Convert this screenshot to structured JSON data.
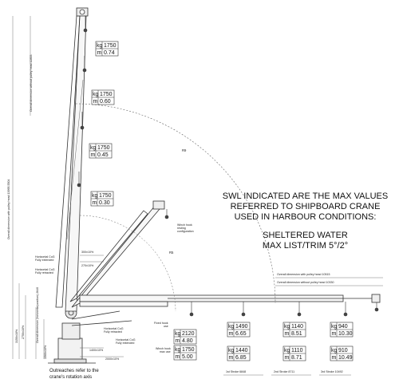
{
  "statement": {
    "line1": "SWL INDICATED ARE THE MAX VALUES",
    "line2": "REFERRED TO SHIPBOARD CRANE",
    "line3": "USED IN HARBOUR CONDITIONS:",
    "line4": "SHELTERED WATER",
    "line5": "MAX LIST/TRIM 5°/2°"
  },
  "footnote": {
    "line1": "Outreaches refer to the",
    "line2": "crane's rotation axis"
  },
  "labels": {
    "overall_without_head": "Overall dimension without pulley head 12853",
    "overall_with_head": "Overall dimension with pulley head 13995.5504",
    "winch_hook_rest": "Winch hook",
    "winch_hook_rest2": "resting",
    "winch_hook_rest3": "configuration",
    "horiz_cog_ext": "Horizontal CoG",
    "horiz_cog_ext2": "Fully extended",
    "horiz_cog_ret": "Horizontal CoG",
    "horiz_cog_ret2": "Fully retracted",
    "horiz_cog_ret_b": "Horizontal CoG",
    "horiz_cog_ret_b2": "Fully retracted",
    "horiz_cog_ext_b": "Horizontal CoG",
    "horiz_cog_ext_b2": "Fully extended",
    "fixed_hook": "Fixed hook",
    "fixed_hook2": "use",
    "winch_max": "Winch hook",
    "winch_max2": "max use",
    "overall_with_pulley_h": "Overall dimension with pulley head 10515",
    "overall_without_pulley_h": "Overall dimension without pulley head 10330",
    "stroke1": "1st Stroke 6848",
    "stroke2": "2nd Stroke 8711",
    "stroke3": "3rd Stroke 10492",
    "dim_300": "300±10%",
    "dim_270": "270±10%",
    "dim_1400": "1400±10%",
    "dim_2000": "2000±10%",
    "dim_3150": "3150±10%",
    "dim_2750": "2750±10%",
    "dim_2640": "Overall dimension (horizontal position) 2640",
    "dim_1560": "1560±10%",
    "radius_r5": "R5",
    "radius_r9": "R9"
  },
  "loads": [
    {
      "kg": "1750",
      "m": "0.74"
    },
    {
      "kg": "1750",
      "m": "0.60"
    },
    {
      "kg": "1750",
      "m": "0.45"
    },
    {
      "kg": "1750",
      "m": "0.30"
    },
    {
      "kg": "2120",
      "m": "4.80"
    },
    {
      "kg": "1750",
      "m": "5.00"
    },
    {
      "kg": "1490",
      "m": "6.65"
    },
    {
      "kg": "1440",
      "m": "6.85"
    },
    {
      "kg": "1140",
      "m": "8.51"
    },
    {
      "kg": "1110",
      "m": "8.71"
    },
    {
      "kg": "940",
      "m": "10.30"
    },
    {
      "kg": "910",
      "m": "10.49"
    }
  ],
  "units": {
    "kg": "kg",
    "m": "m"
  }
}
